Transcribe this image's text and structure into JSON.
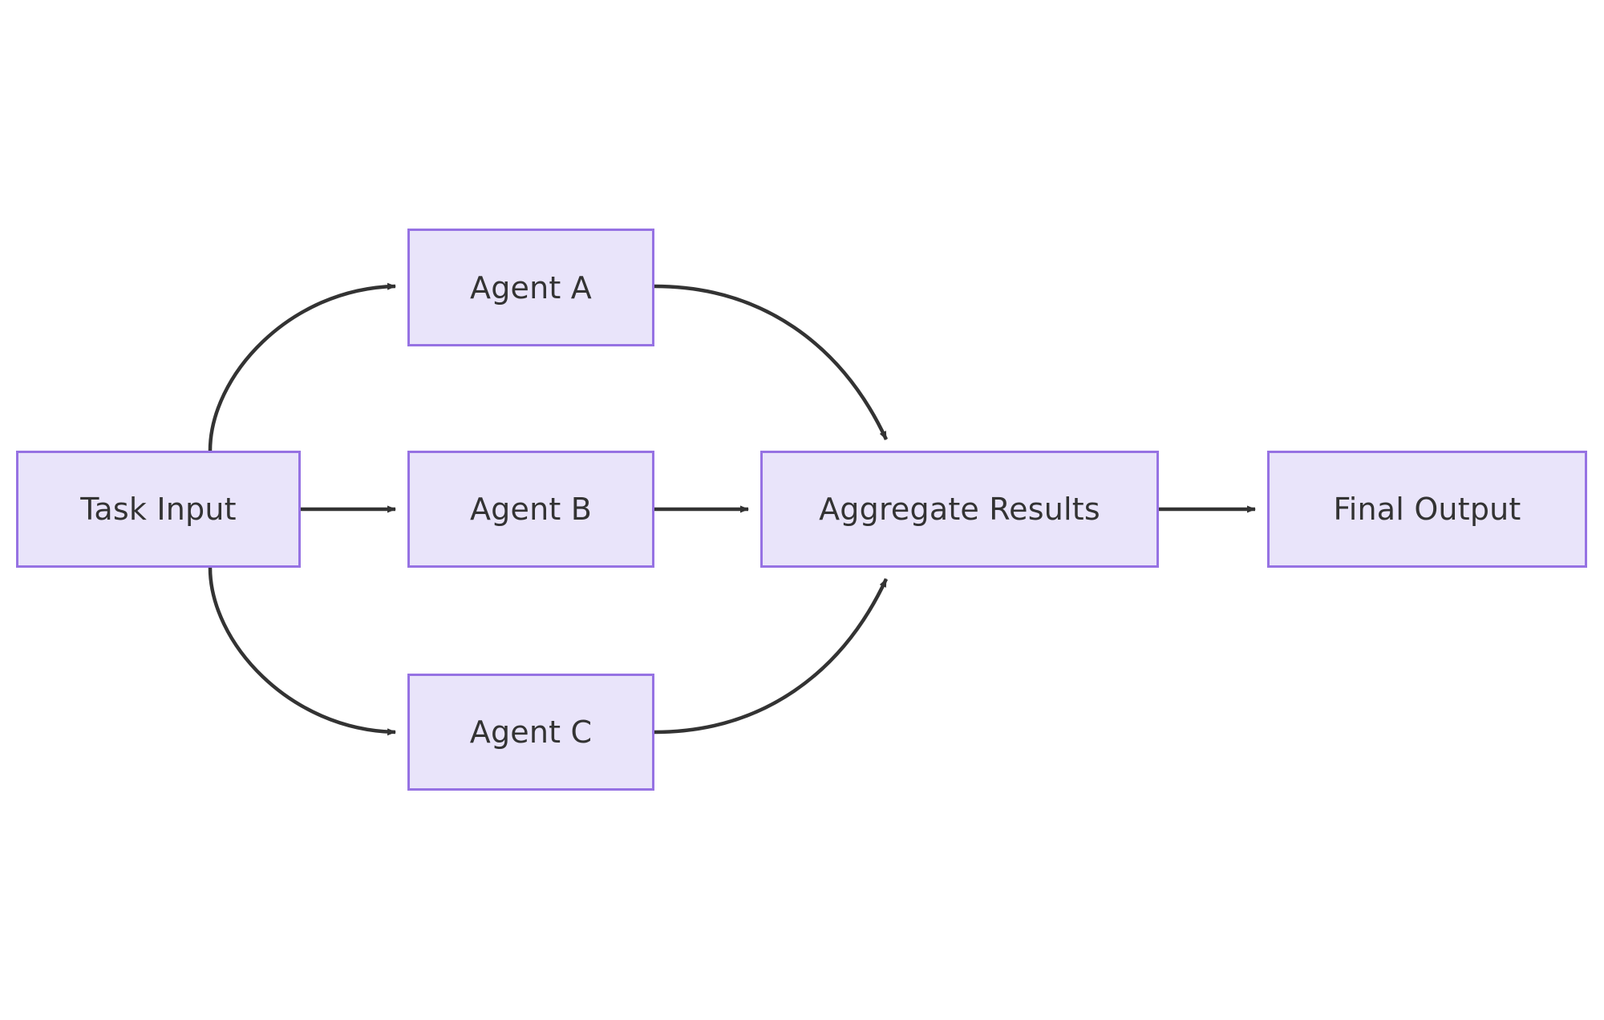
{
  "diagram": {
    "type": "flowchart",
    "direction": "left-to-right",
    "background_color": "#ffffff",
    "node_fill_color": "#e9e4fa",
    "node_border_color": "#9672e3",
    "node_text_color": "#333333",
    "edge_color": "#333333",
    "nodes": [
      {
        "id": "task-input",
        "label": "Task Input"
      },
      {
        "id": "agent-a",
        "label": "Agent A"
      },
      {
        "id": "agent-b",
        "label": "Agent B"
      },
      {
        "id": "agent-c",
        "label": "Agent C"
      },
      {
        "id": "aggregate",
        "label": "Aggregate Results"
      },
      {
        "id": "final-output",
        "label": "Final Output"
      }
    ],
    "edges": [
      {
        "from": "task-input",
        "to": "agent-a",
        "style": "curved",
        "label": ""
      },
      {
        "from": "task-input",
        "to": "agent-b",
        "style": "straight",
        "label": ""
      },
      {
        "from": "task-input",
        "to": "agent-c",
        "style": "curved",
        "label": ""
      },
      {
        "from": "agent-a",
        "to": "aggregate",
        "style": "curved",
        "label": ""
      },
      {
        "from": "agent-b",
        "to": "aggregate",
        "style": "straight",
        "label": ""
      },
      {
        "from": "agent-c",
        "to": "aggregate",
        "style": "curved",
        "label": ""
      },
      {
        "from": "aggregate",
        "to": "final-output",
        "style": "straight",
        "label": ""
      }
    ]
  }
}
